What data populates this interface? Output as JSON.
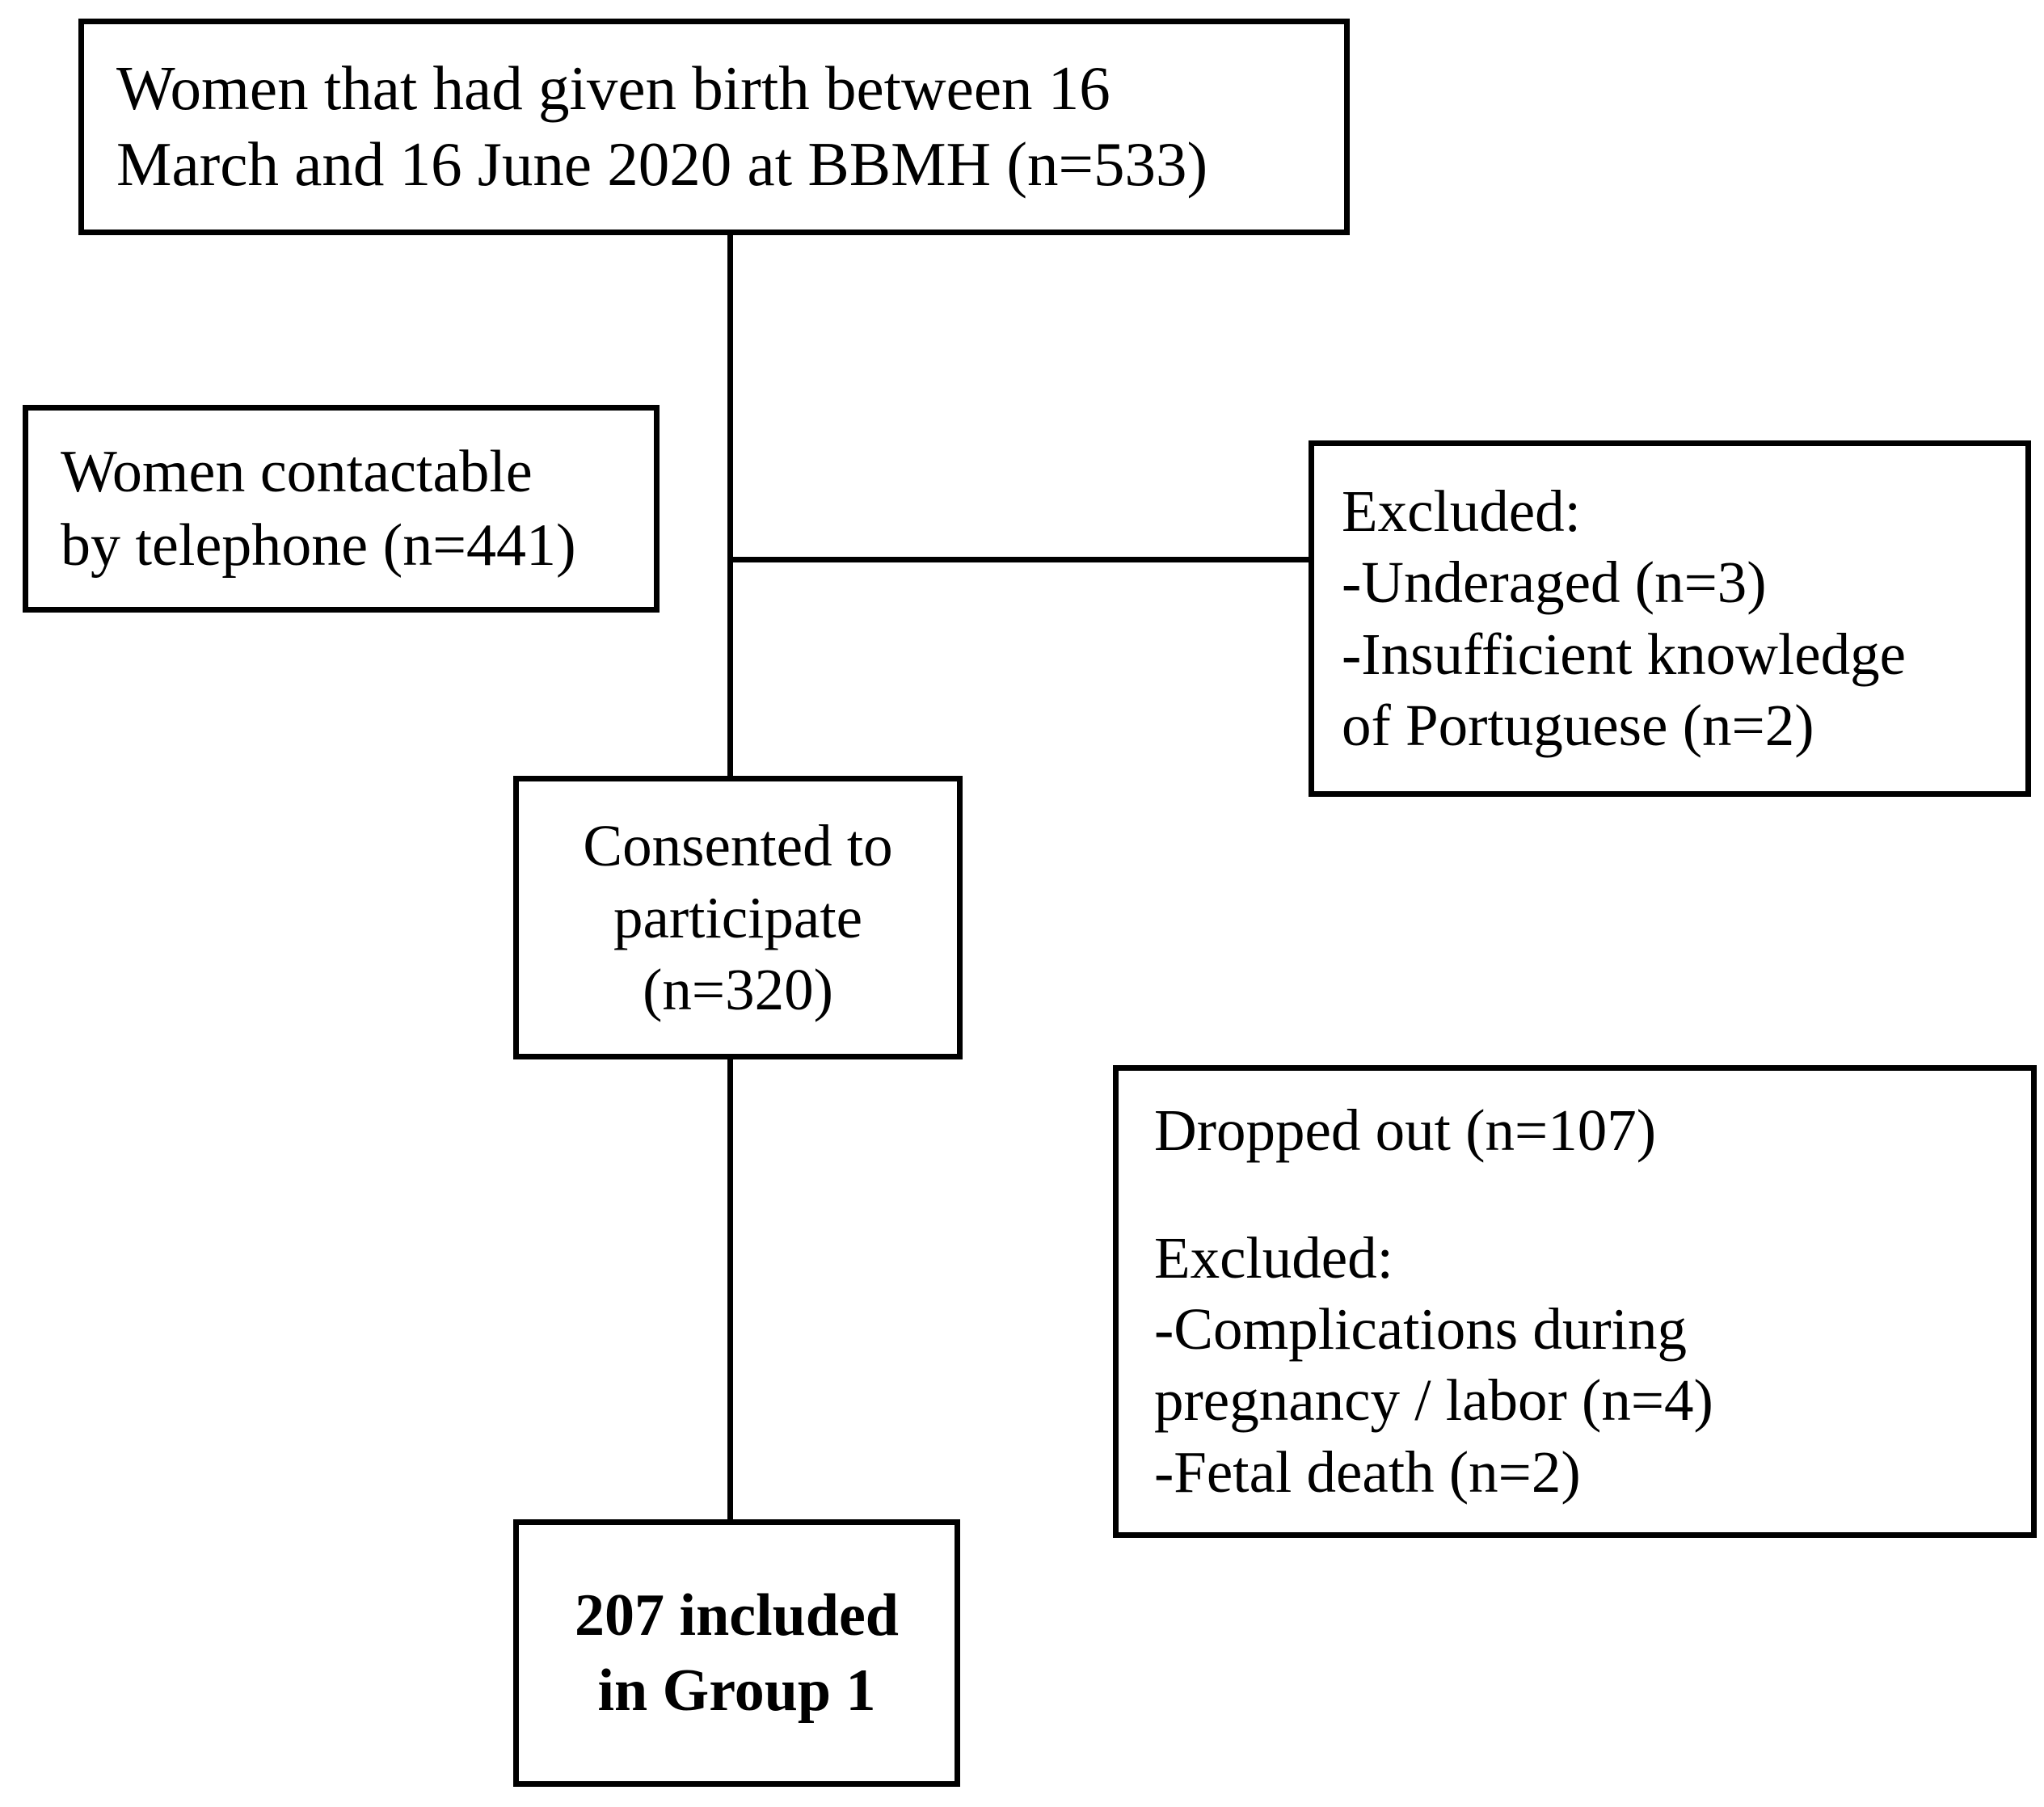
{
  "figure": {
    "type": "flowchart",
    "title": "Participant recruitment flow diagram",
    "orientation": "top-to-bottom"
  },
  "nodes": {
    "source": {
      "name": "source-population",
      "lines": [
        "Women that had given birth between 16",
        "March and 16 June 2020 at BBMH (n=533)"
      ],
      "n": 533,
      "align": "left"
    },
    "contactable": {
      "name": "contactable-by-telephone",
      "lines": [
        "Women contactable",
        "by telephone (n=441)"
      ],
      "n": 441,
      "align": "left"
    },
    "excluded_first": {
      "name": "excluded-first-stage",
      "lines": [
        "Excluded:",
        "-Underaged (n=3)",
        "-Insufficient knowledge",
        "of Portuguese (n=2)"
      ],
      "align": "left"
    },
    "consented": {
      "name": "consented-to-participate",
      "lines": [
        "Consented to",
        "participate",
        "(n=320)"
      ],
      "n": 320,
      "align": "center"
    },
    "dropped": {
      "name": "dropped-out-and-excluded",
      "lines_top": [
        "Dropped out (n=107)"
      ],
      "lines_bottom": [
        "Excluded:",
        "-Complications during",
        "pregnancy / labor (n=4)",
        "-Fetal death (n=2)"
      ],
      "align": "left"
    },
    "included": {
      "name": "final-included-group",
      "lines": [
        "207 included",
        "in Group 1"
      ],
      "n": 207,
      "group": "Group 1",
      "align": "center",
      "bold": true
    }
  },
  "connectors": [
    {
      "name": "spine-source-to-consented",
      "from": "source",
      "to": "consented",
      "style": "solid"
    },
    {
      "name": "branch-to-excluded-first",
      "from": "spine",
      "to": "excluded_first",
      "style": "solid"
    },
    {
      "name": "spine-consented-to-included",
      "from": "consented",
      "to": "included",
      "style": "solid"
    }
  ],
  "style": {
    "line_color": "#000000",
    "box_border_color": "#000000",
    "background": "#ffffff",
    "text_color": "#000000"
  }
}
